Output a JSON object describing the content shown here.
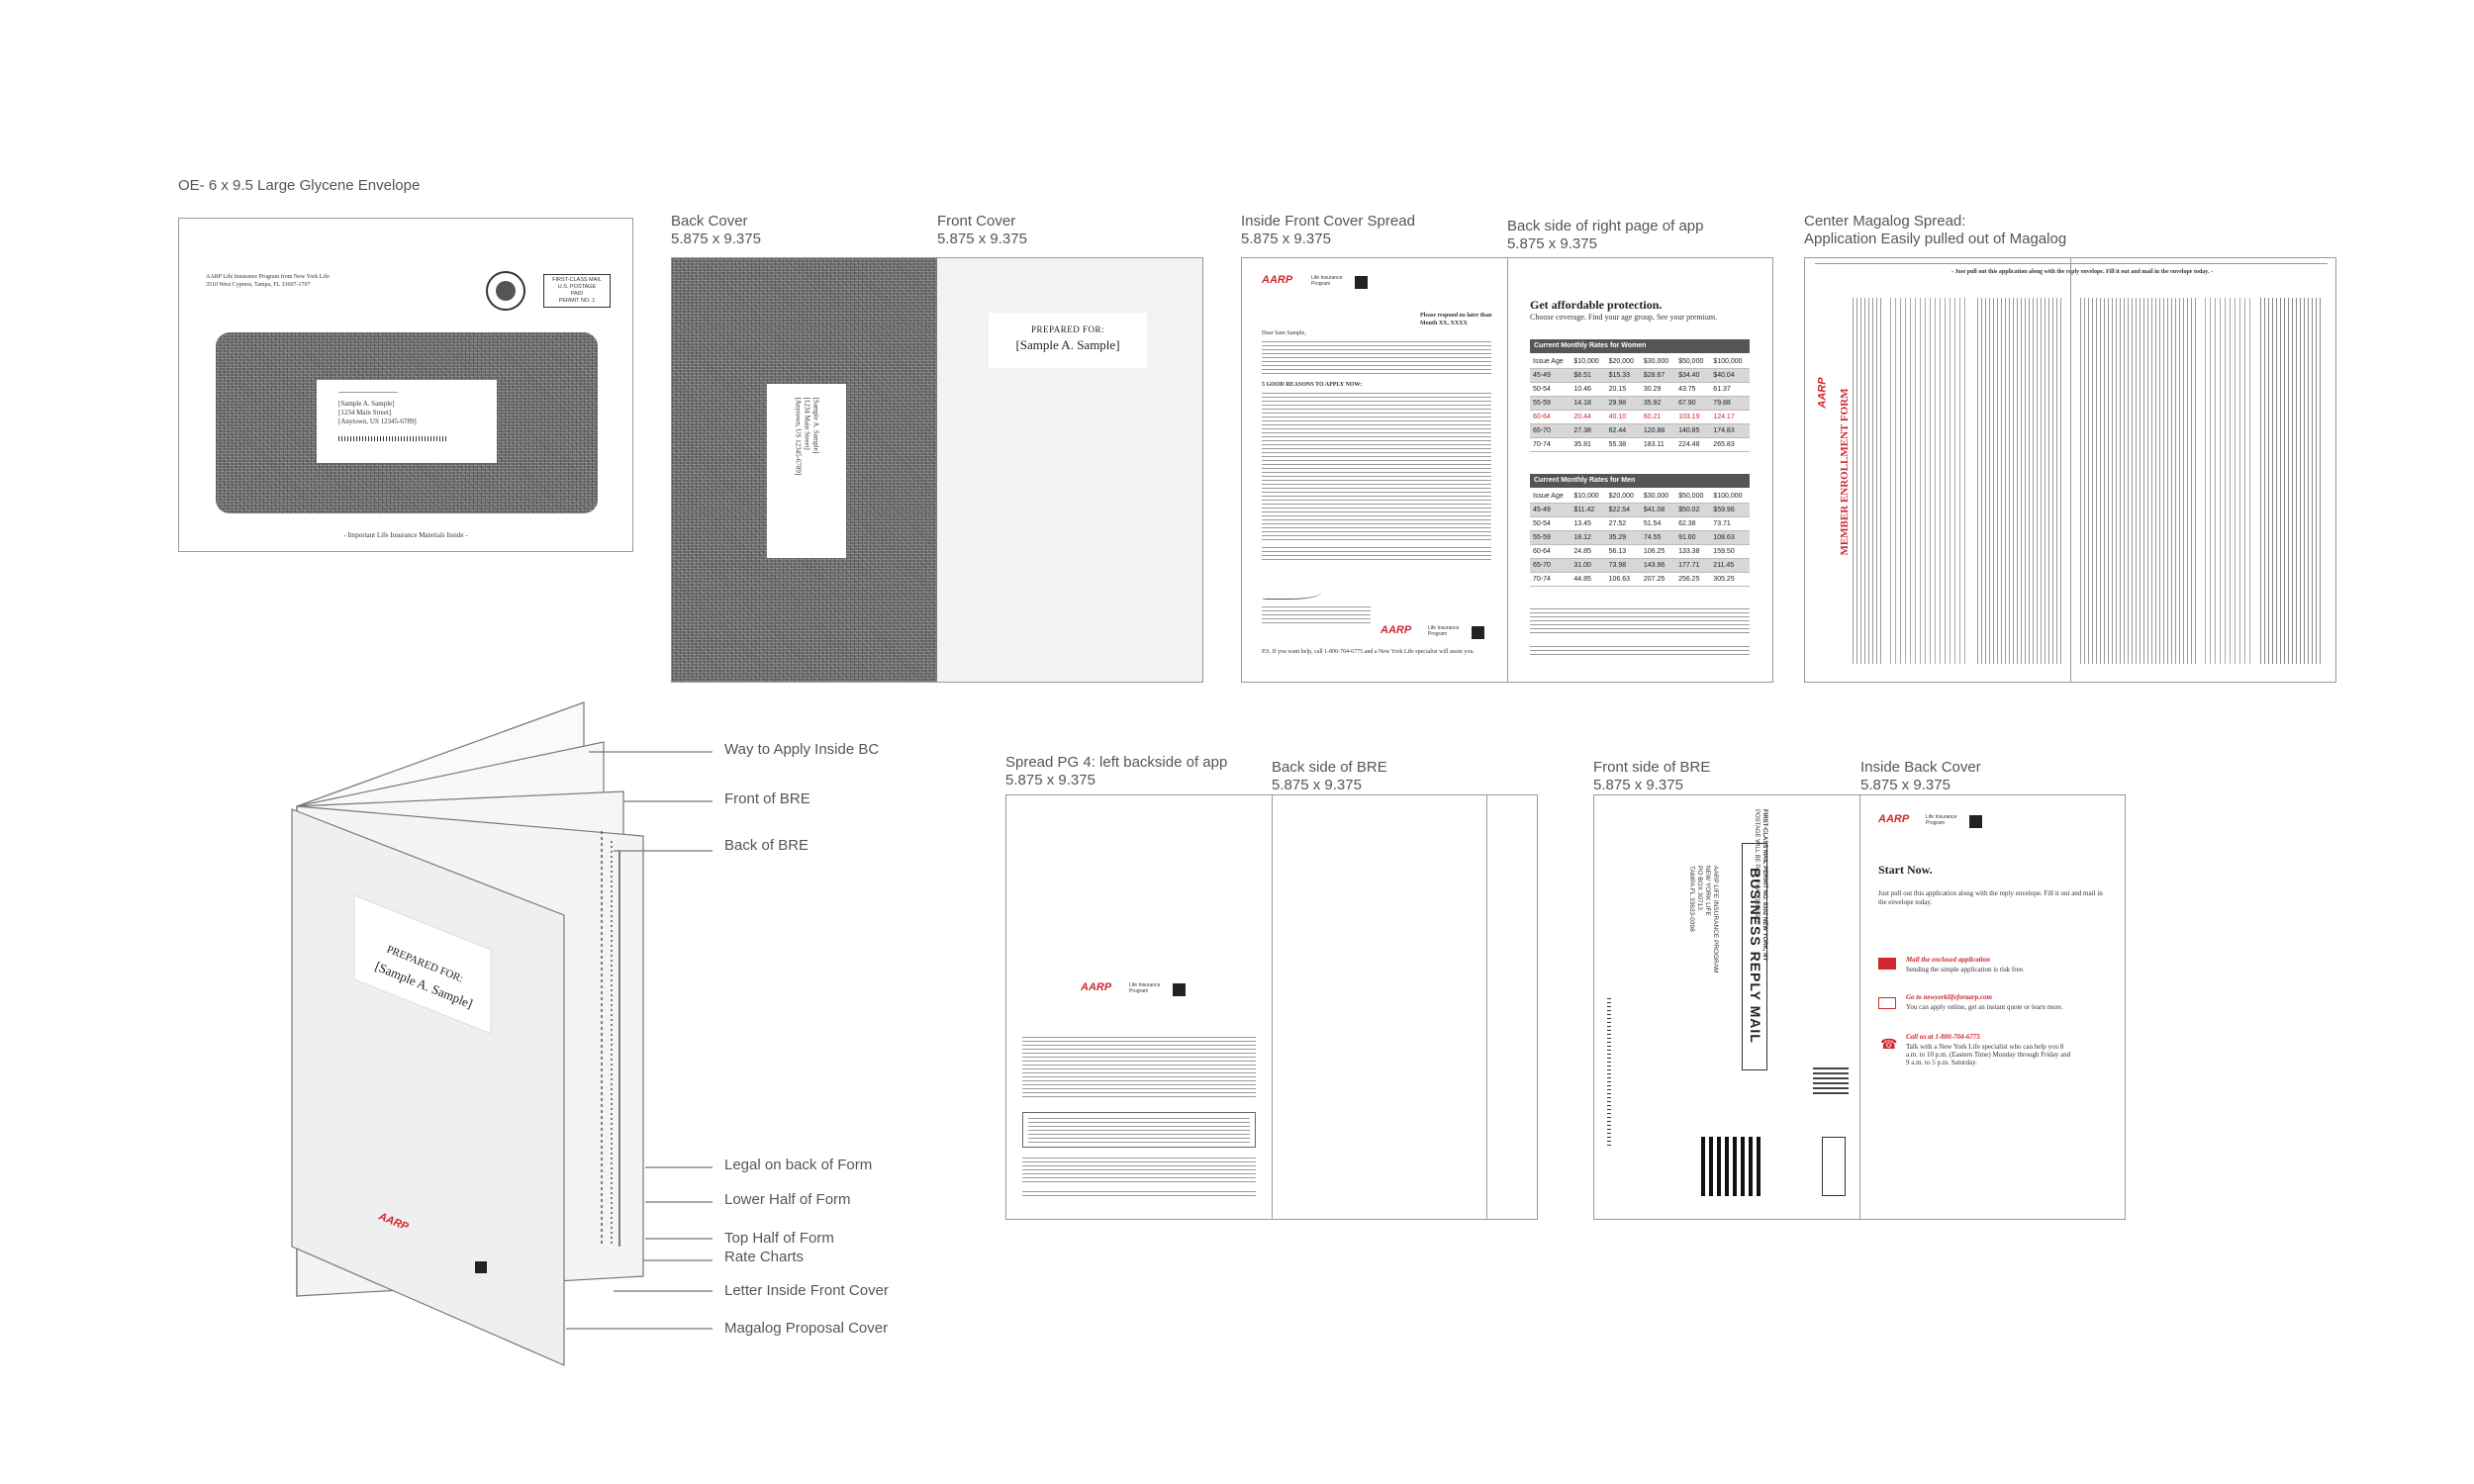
{
  "labels": {
    "envelope": "OE- 6 x 9.5 Large Glycene Envelope",
    "back_cover": "Back Cover",
    "back_cover_size": "5.875 x 9.375",
    "front_cover": "Front Cover",
    "front_cover_size": "5.875 x 9.375",
    "inside_front": "Inside Front Cover Spread",
    "inside_front_size": "5.875 x 9.375",
    "back_right": "Back side of right page of app",
    "back_right_size": "5.875 x 9.375",
    "center_spread": "Center Magalog Spread:",
    "center_spread_sub": "Application Easily pulled out of Magalog",
    "spread4": "Spread PG 4: left backside of app",
    "spread4_size": "5.875 x 9.375",
    "back_bre": "Back side of BRE",
    "back_bre_size": "5.875 x 9.375",
    "front_bre": "Front side of BRE",
    "front_bre_size": "5.875 x 9.375",
    "inside_back": "Inside Back Cover",
    "inside_back_size": "5.875 x 9.375"
  },
  "envelope": {
    "return_addr": [
      "AARP Life Insurance Program from New York Life",
      "3510 West Cypress, Tampa, FL 33607-1707"
    ],
    "postage": [
      "FIRST-CLASS MAIL",
      "U.S. POSTAGE",
      "PAID",
      "PERMIT NO. 1"
    ],
    "address": [
      "[Sample A. Sample]",
      "[1234 Main Street]",
      "[Anytown, US 12345-6789]"
    ],
    "footer": "- Important Life Insurance Materials Inside -"
  },
  "front_cover": {
    "prepared_for": "PREPARED FOR:",
    "name": "[Sample A. Sample]"
  },
  "letter": {
    "brand": "AARP",
    "program": "Life Insurance Program",
    "respond_by": "Please respond no later than Month XX, XXXX",
    "greeting": "Dear Sam Sample,",
    "reasons": "5 GOOD REASONS TO APPLY NOW:",
    "ps": "P.S. If you want help, call 1-800-704-6775 and a New York Life specialist will assist you."
  },
  "rates": {
    "headline": "Get affordable protection.",
    "subhead": "Choose coverage. Find your age group. See your premium.",
    "women_title": "Current Monthly Rates for Women",
    "men_title": "Current Monthly Rates for Men",
    "columns": [
      "Issue Age",
      "$10,000",
      "$20,000",
      "$30,000",
      "$50,000",
      "$100,000"
    ],
    "women": [
      [
        "45-49",
        "$8.51",
        "$15.33",
        "$28.67",
        "$34.40",
        "$40.04"
      ],
      [
        "50-54",
        "10.46",
        "20.15",
        "30.29",
        "43.75",
        "61.37"
      ],
      [
        "55-59",
        "14.18",
        "29.98",
        "35.92",
        "67.90",
        "79.88"
      ],
      [
        "60-64",
        "20.44",
        "40.10",
        "60.21",
        "103.19",
        "124.17"
      ],
      [
        "65-70",
        "27.38",
        "62.44",
        "120.88",
        "140.85",
        "174.83"
      ],
      [
        "70-74",
        "35.81",
        "55.38",
        "183.11",
        "224.48",
        "265.83"
      ]
    ],
    "men": [
      [
        "45-49",
        "$11.42",
        "$22.54",
        "$41.08",
        "$50.02",
        "$59.96"
      ],
      [
        "50-54",
        "13.45",
        "27.52",
        "51.54",
        "62.38",
        "73.71"
      ],
      [
        "55-59",
        "18.12",
        "35.29",
        "74.55",
        "91.60",
        "108.63"
      ],
      [
        "60-64",
        "24.85",
        "56.13",
        "106.25",
        "133.38",
        "159.50"
      ],
      [
        "65-70",
        "31.00",
        "73.98",
        "143.96",
        "177.71",
        "211.45"
      ],
      [
        "70-74",
        "44.85",
        "106.63",
        "207.25",
        "256.25",
        "305.25"
      ]
    ]
  },
  "app": {
    "top_note": "- Just pull out this application along with the reply envelope. Fill it out and mail in the envelope today. -",
    "form_title": "MEMBER ENROLLMENT FORM"
  },
  "bre": {
    "title": "BUSINESS REPLY MAIL",
    "permit": "FIRST-CLASS MAIL   PERMIT NO. 8302   NEW YORK, NY",
    "paid": "POSTAGE WILL BE PAID BY ADDRESSEE",
    "address": [
      "AARP LIFE INSURANCE PROGRAM",
      "NEW YORK LIFE",
      "PO BOX 30713",
      "TAMPA FL 33633-0398"
    ]
  },
  "inside_back": {
    "title": "Start Now.",
    "intro": "Just pull out this application along with the reply envelope. Fill it out and mail in the envelope today.",
    "items": [
      {
        "head": "Mail the enclosed application",
        "body": "Sending the simple application is risk free."
      },
      {
        "head": "Go to newyorklifeforaarp.com",
        "body": "You can apply online, get an instant quote or learn more."
      },
      {
        "head": "Call us at 1-800-704-6775",
        "body": "Talk with a New York Life specialist who can help you 8 a.m. to 10 p.m. (Eastern Time) Monday through Friday and 9 a.m. to 5 p.m. Saturday."
      }
    ]
  },
  "diagram_callouts": [
    "Way to Apply Inside BC",
    "Front of BRE",
    "Back of BRE",
    "Legal on back of Form",
    "Lower Half of Form",
    "Top Half of  Form",
    "Rate Charts",
    "Letter Inside Front Cover",
    "Magalog Proposal Cover"
  ],
  "colors": {
    "brand_red": "#d0262d",
    "rule": "#999999",
    "label": "#555555"
  }
}
